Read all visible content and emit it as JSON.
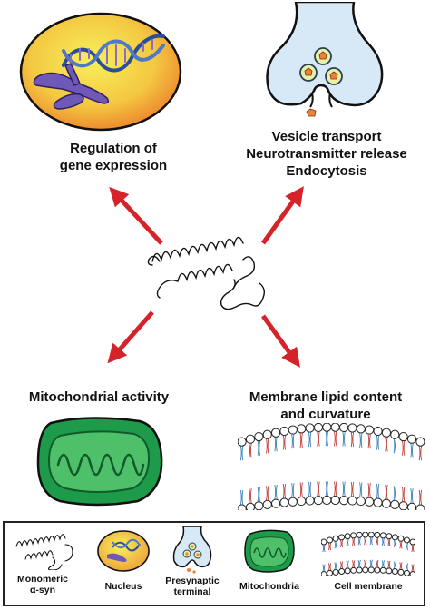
{
  "center": {
    "name": "monomeric-alpha-synuclein"
  },
  "functions": {
    "gene": {
      "line1": "Regulation of",
      "line2": "gene expression"
    },
    "vesicle": {
      "line1": "Vesicle transport",
      "line2": "Neurotransmitter release",
      "line3": "Endocytosis"
    },
    "mito": {
      "line1": "Mitochondrial activity"
    },
    "membrane": {
      "line1": "Membrane lipid content",
      "line2": "and curvature"
    }
  },
  "legend": {
    "monomer": {
      "line1": "Monomeric",
      "line2": "α-syn"
    },
    "nucleus": {
      "line1": "Nucleus"
    },
    "terminal": {
      "line1": "Presynaptic",
      "line2": "terminal"
    },
    "mitochondria": {
      "line1": "Mitochondria"
    },
    "membrane": {
      "line1": "Cell membrane"
    }
  },
  "colors": {
    "arrow": "#d6232a",
    "nucleus_fill_inner": "#f3e94a",
    "nucleus_fill_outer": "#ee8a2a",
    "chromosome": "#6f58b8",
    "terminal_fill": "#d7e9f6",
    "vesicle_fill": "#e6f2a8",
    "neurotransmitter": "#f07f3a",
    "mito_fill": "#1e9a4b",
    "mito_inner": "#4fc06a",
    "lipid_tail": "#3a7fc0"
  }
}
